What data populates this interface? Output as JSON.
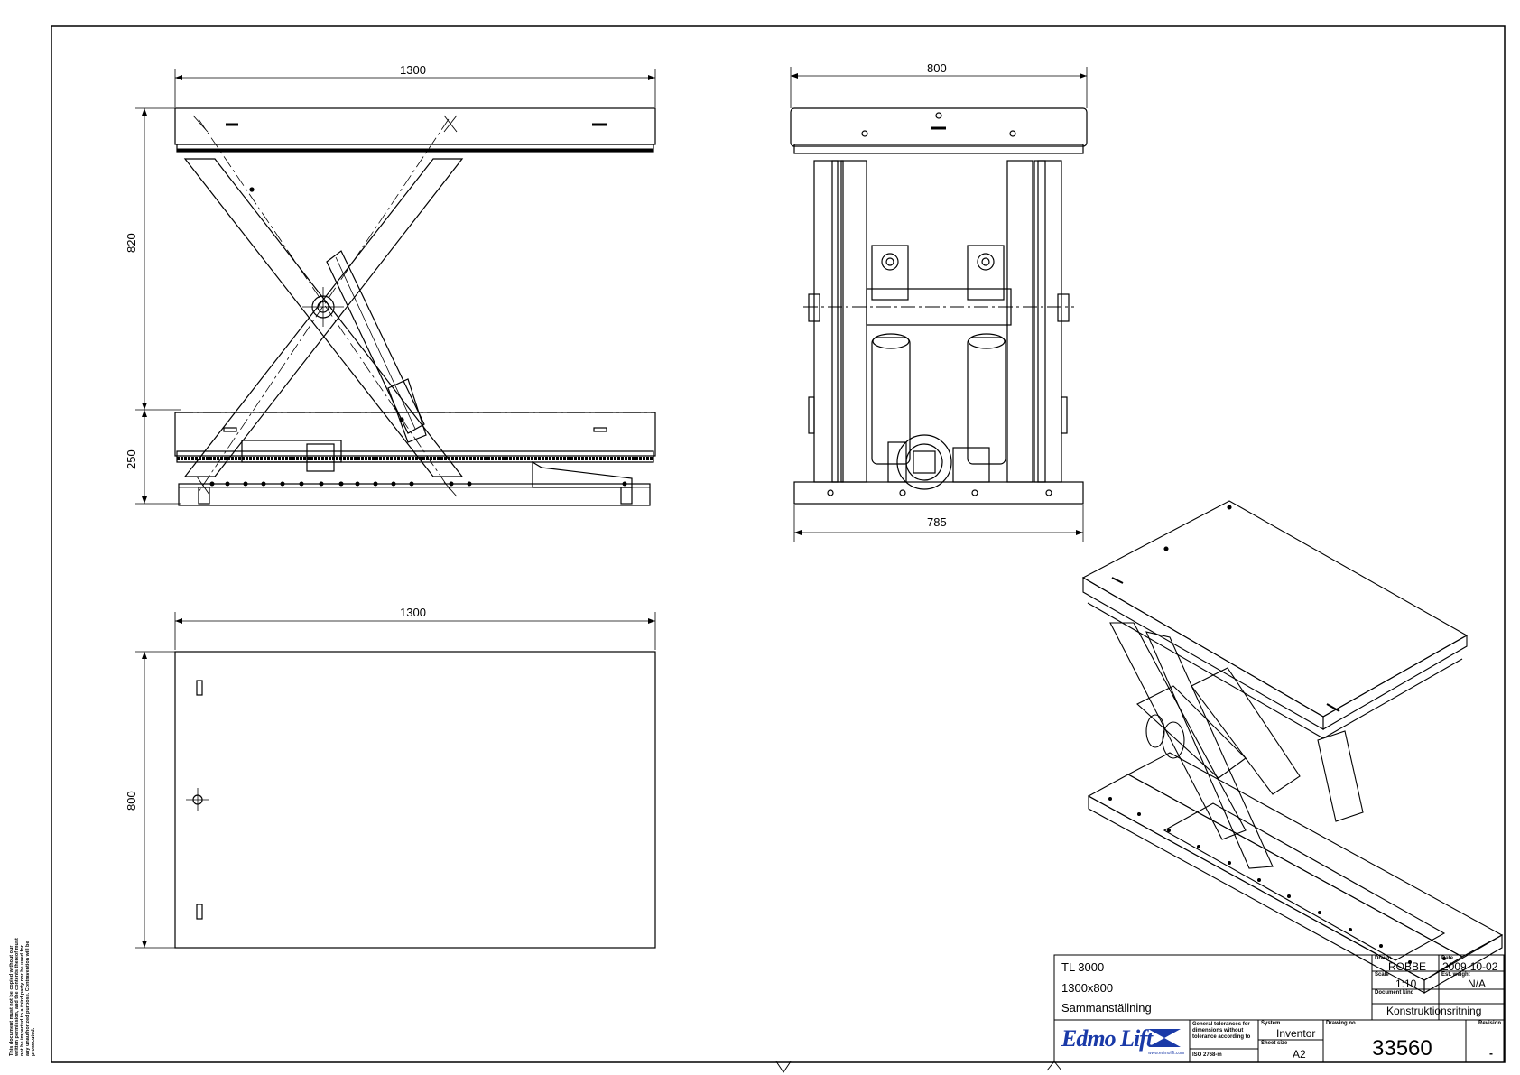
{
  "dimensions": {
    "side_width": "1300",
    "front_width": "800",
    "front_base_width": "785",
    "top_width": "1300",
    "top_depth": "800",
    "side_height_upper": "820",
    "side_height_lower": "250"
  },
  "title_block": {
    "line1": "TL 3000",
    "line2": "1300x800",
    "line3": "Sammanställning",
    "drawn_label": "Drawn",
    "drawn_value": "ROBBE",
    "date_label": "Date",
    "date_value": "2009-10-02",
    "scale_label": "Scale",
    "scale_value": "1:10",
    "weight_label": "Est. weight",
    "weight_value": "N/A",
    "doc_kind_label": "Document kind",
    "doc_kind_value": "Konstruktionsritning",
    "tolerance_label_1": "General tolerances for",
    "tolerance_label_2": "dimensions without",
    "tolerance_label_3": "tolerance according to",
    "tolerance_value": "ISO 2768-m",
    "system_label": "System",
    "system_value": "Inventor",
    "sheet_label": "Sheet size",
    "sheet_value": "A2",
    "drawing_no_label": "Drawing no",
    "drawing_no_value": "33560",
    "revision_label": "Revision",
    "revision_value": "-",
    "logo_text": "Edmo Lift",
    "logo_url": "www.edmolift.com"
  },
  "copyright_lines": [
    "This document must not be copied without our",
    "written permission, and the contents thereof must",
    "not be imparted to a third party nor be used for",
    "any unauthorized purpose. Contravention will be",
    "prosecuted."
  ]
}
